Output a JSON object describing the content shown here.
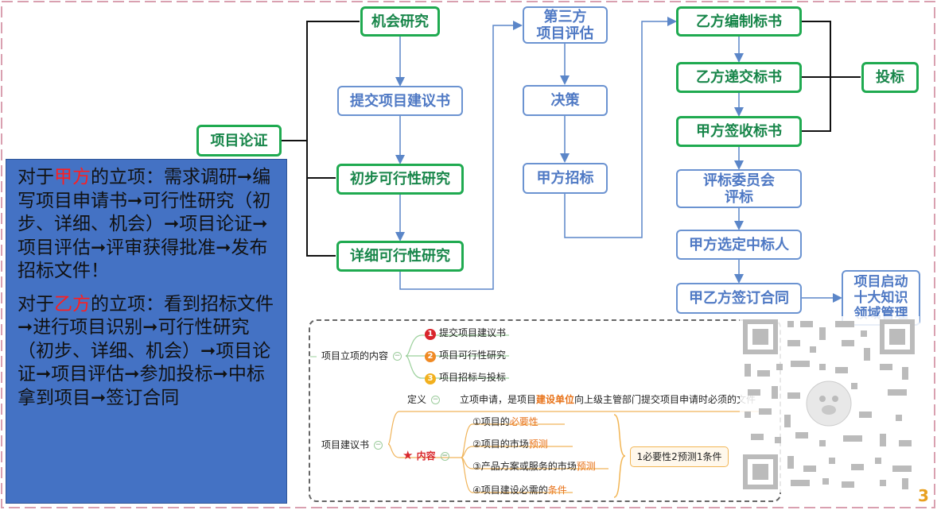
{
  "flow": {
    "project_argument": "项目论证",
    "opportunity": "机会研究",
    "submit_proposal": "提交项目建议书",
    "preliminary": "初步可行性研究",
    "detailed": "详细可行性研究",
    "third_party": "第三方\n项目评估",
    "decision": "决策",
    "a_tender": "甲方招标",
    "b_prepare": "乙方编制标书",
    "b_submit": "乙方递交标书",
    "a_receive": "甲方签收标书",
    "bid": "投标",
    "committee": "评标委员会\n评标",
    "select_winner": "甲方选定中标人",
    "sign_contract": "甲乙方签订合同",
    "kickoff": "项目启动\n十大知识\n领域管理"
  },
  "panel": {
    "p1_pre": "对于",
    "p1_party": "甲方",
    "p1_post": "的立项：需求调研➞编写项目申请书➞可行性研究（初步、详细、机会）➞项目论证➞项目评估➞评审获得批准➞发布招标文件！",
    "p2_pre": "对于",
    "p2_party": "乙方",
    "p2_post": "的立项：看到招标文件➞进行项目识别➞可行性研究（初步、详细、机会）➞项目论证➞项目评估➞参加投标➞中标拿到项目➞签订合同"
  },
  "mindmap": {
    "content_root": "项目立项的内容",
    "items": [
      "提交项目建议书",
      "项目可行性研究",
      "项目招标与投标"
    ],
    "item_numbers": [
      "1",
      "2",
      "3"
    ],
    "proposal_root": "项目建议书",
    "definition_label": "定义",
    "definition_pre": "立项申请，是项目",
    "definition_highlight": "建设单位",
    "definition_post": "向上级主管部门提交项目申请时必须的文件",
    "content_label": "内容",
    "content_items": [
      {
        "pre": "①项目的",
        "hl": "必要性"
      },
      {
        "pre": "②项目的市场",
        "hl": "预测"
      },
      {
        "pre": "③产品方案或服务的市场",
        "hl": "预测"
      },
      {
        "pre": "④项目建设必需的",
        "hl": "条件"
      }
    ],
    "summary": "1必要性2预测1条件"
  },
  "page_number": "3",
  "colors": {
    "green": "#1faa50",
    "blue": "#6b93d1",
    "panel": "#4472c4",
    "highlight": "#ff1e1e"
  }
}
